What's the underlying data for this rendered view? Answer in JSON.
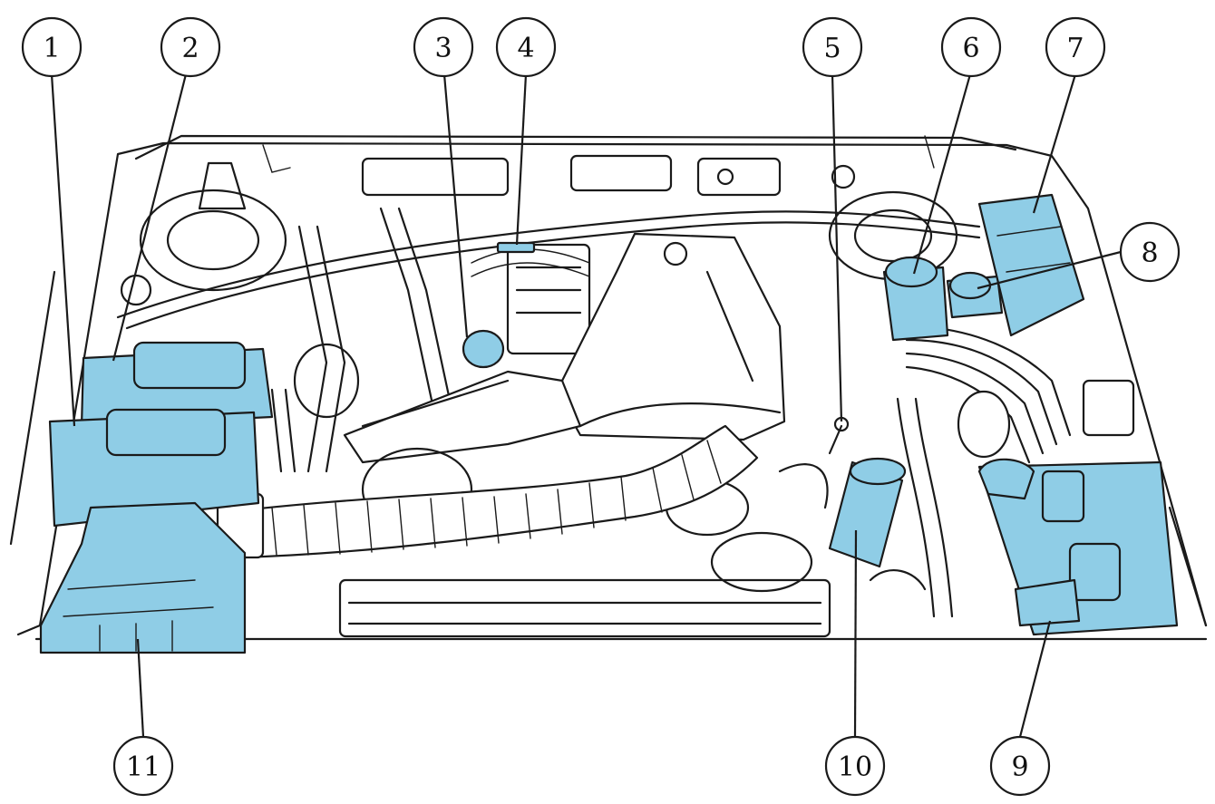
{
  "diagram": {
    "highlight_color": "#8fcde6",
    "callouts": [
      {
        "label": "1"
      },
      {
        "label": "2"
      },
      {
        "label": "3"
      },
      {
        "label": "4"
      },
      {
        "label": "5"
      },
      {
        "label": "6"
      },
      {
        "label": "7"
      },
      {
        "label": "8"
      },
      {
        "label": "9"
      },
      {
        "label": "10"
      },
      {
        "label": "11"
      }
    ]
  }
}
